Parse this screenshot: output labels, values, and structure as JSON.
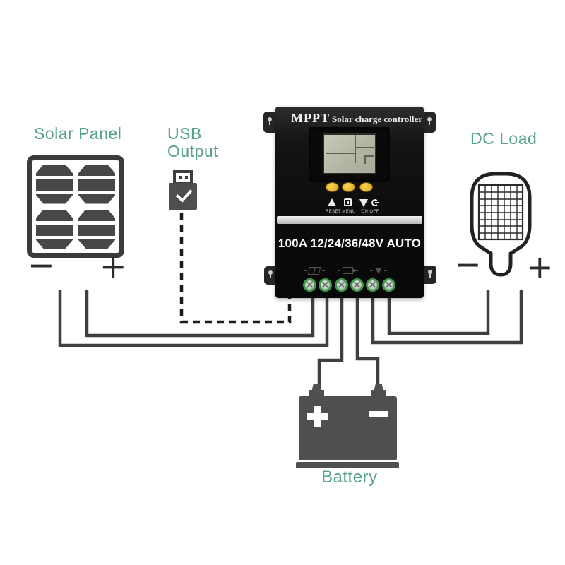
{
  "diagram": {
    "solar_panel": {
      "label": "Solar Panel",
      "polarity": {
        "negative": "−",
        "positive": "+"
      }
    },
    "usb_output": {
      "label_line1": "USB",
      "label_line2": "Output"
    },
    "dc_load": {
      "label": "DC Load",
      "polarity": {
        "negative": "−",
        "positive": "+"
      }
    },
    "battery": {
      "label": "Battery",
      "polarity": {
        "positive": "+",
        "negative": "−"
      }
    },
    "controller": {
      "brand": "MPPT",
      "product_title": "Solar charge controller",
      "rating": "100A 12/24/36/48V AUTO",
      "buttons": [
        {
          "label": "RESET",
          "icon": "triangle-up-icon"
        },
        {
          "label": "MENU",
          "icon": "menu-square-icon"
        },
        {
          "label": "ON OFF",
          "icon": "triangle-down-and-power-icon"
        }
      ],
      "terminal_count": 6
    },
    "colors": {
      "label_green": "#56a284",
      "button_yellow": "#e9b832",
      "terminal_green": "#3f9b4a",
      "wire_gray": "#3f3f3f"
    }
  }
}
